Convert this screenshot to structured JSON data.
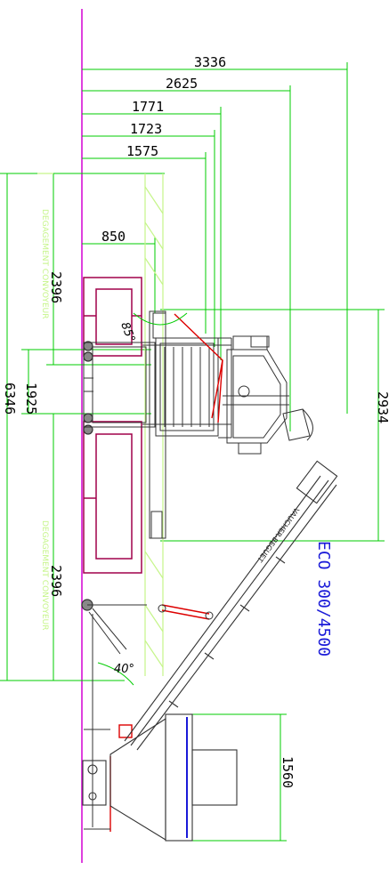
{
  "dimensions": {
    "d3336": "3336",
    "d2625": "2625",
    "d1771": "1771",
    "d1723": "1723",
    "d1575": "1575",
    "d850": "850",
    "d2396_top": "2396",
    "d1925": "1925",
    "d6346": "6346",
    "d2396_bottom": "2396",
    "d2934": "2934",
    "d1560": "1560"
  },
  "angles": {
    "a85": "85°",
    "a40": "40°"
  },
  "notes": {
    "clearance_top": "DEGAGEMENT CONVOYEUR",
    "clearance_bottom": "DEGAGEMENT CONVOYEUR"
  },
  "model_label": "ECO 300/4500",
  "belt_label": "VAUCHER-BEGUET",
  "colors": {
    "axis": "#d400d4",
    "dimension": "#00cc00",
    "frame": "#a0004a",
    "structure": "#333333",
    "hydraulic": "#dd0000",
    "hopper_edge": "#1a1ad8",
    "clearance": "#c6f58a",
    "model_text": "#1a1ad8"
  }
}
